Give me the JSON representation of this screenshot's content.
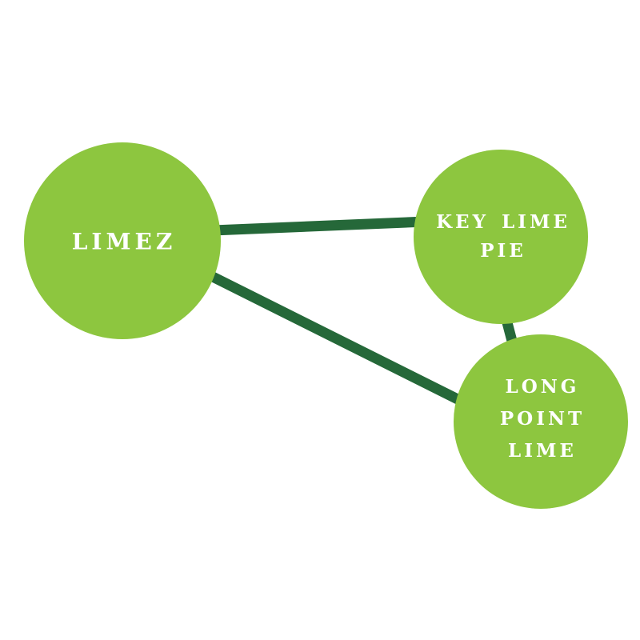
{
  "diagram": {
    "type": "network-graph",
    "background_color": "#ffffff",
    "node_fill_color": "#8dc63f",
    "edge_color": "#256839",
    "label_color": "#ffffff",
    "nodes": [
      {
        "id": "limez",
        "label": "LIMEZ"
      },
      {
        "id": "key-lime-pie",
        "label": "KEY LIME\nPIE"
      },
      {
        "id": "long-point-lime",
        "label": "LONG\nPOINT\nLIME"
      }
    ],
    "edges": [
      {
        "source": "limez",
        "target": "key-lime-pie"
      },
      {
        "source": "limez",
        "target": "long-point-lime"
      },
      {
        "source": "key-lime-pie",
        "target": "long-point-lime"
      }
    ]
  }
}
